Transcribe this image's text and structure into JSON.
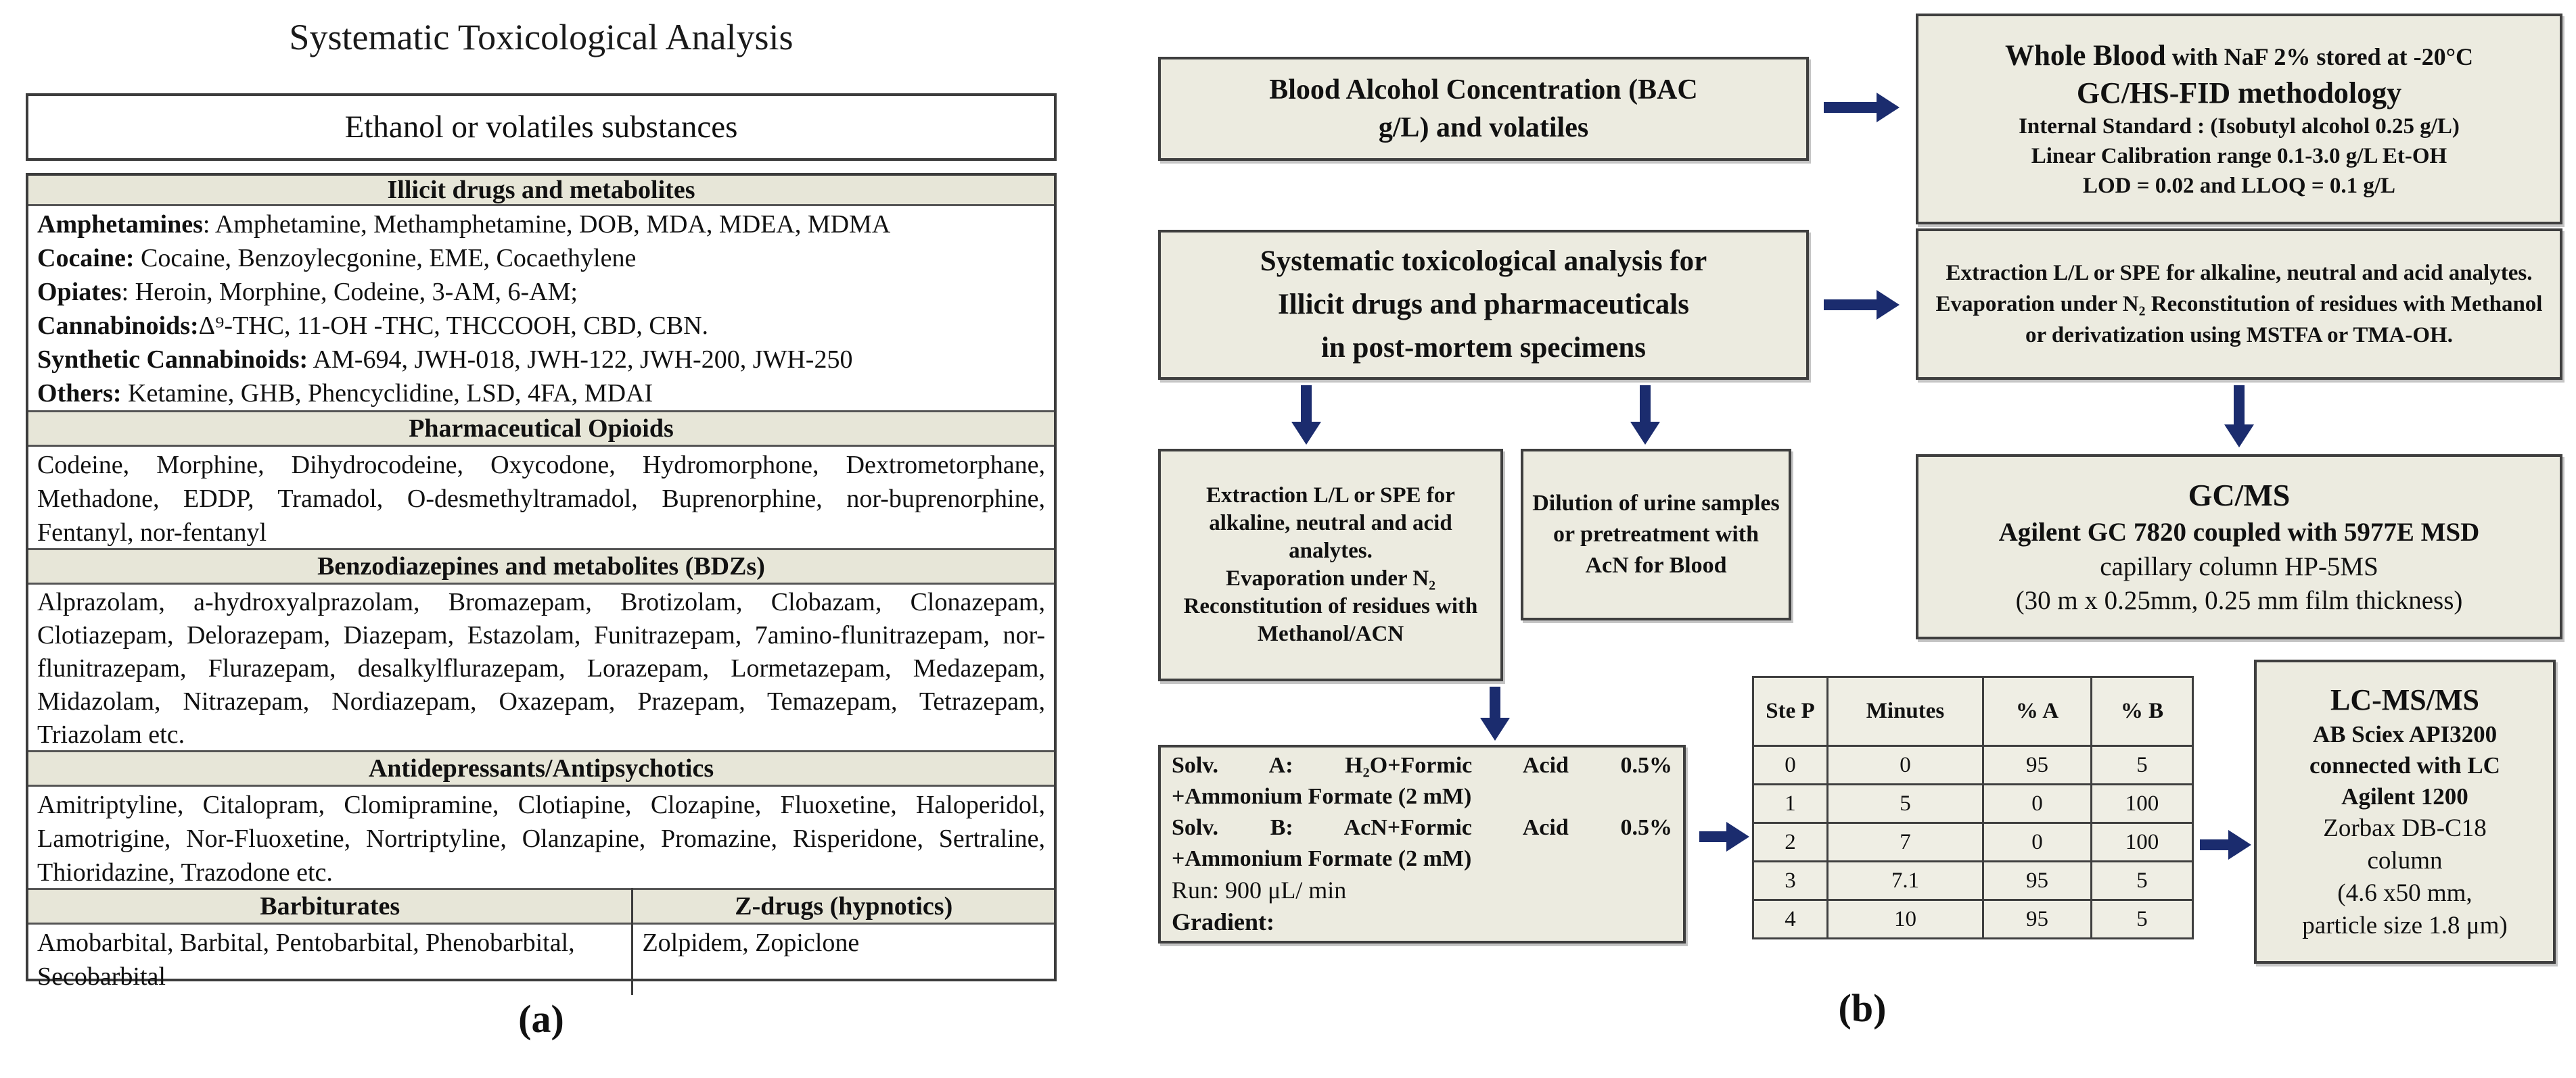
{
  "colors": {
    "box_fill": "#ecebe0",
    "header_fill": "#e7e6d8",
    "arrow": "#1b2c6e",
    "border": "#3f3f3f"
  },
  "panel_a": {
    "title": "Systematic Toxicological Analysis",
    "ethanol_box": "Ethanol or volatiles substances",
    "illicit": {
      "header": "Illicit drugs and metabolites",
      "lines": [
        {
          "b": "Amphetamines",
          "t": ": Amphetamine, Methamphetamine, DOB, MDA, MDEA, MDMA"
        },
        {
          "b": "Cocaine:",
          "t": " Cocaine, Benzoylecgonine, EME, Cocaethylene"
        },
        {
          "b": "Opiates",
          "t": ": Heroin, Morphine, Codeine, 3-AM, 6-AM;"
        },
        {
          "b": "Cannabinoids:",
          "t": "Δ⁹-THC, 11-OH -THC, THCCOOH, CBD, CBN."
        },
        {
          "b": "Synthetic Cannabinoids:",
          "t": " AM-694, JWH-018, JWH-122, JWH-200, JWH-250"
        },
        {
          "b": "Others:",
          "t": " Ketamine, GHB, Phencyclidine, LSD, 4FA, MDAI"
        }
      ]
    },
    "opioids": {
      "header": "Pharmaceutical Opioids",
      "text": "Codeine, Morphine, Dihydrocodeine, Oxycodone, Hydromorphone, Dextrometorphane, Methadone, EDDP, Tramadol, O-desmethyltramadol, Buprenorphine, nor-buprenorphine, Fentanyl, nor-fentanyl"
    },
    "bdz": {
      "header": "Benzodiazepines and metabolites (BDZs)",
      "text": "Alprazolam, a-hydroxyalprazolam, Bromazepam, Brotizolam, Clobazam, Clonazepam, Clotiazepam, Delorazepam, Diazepam, Estazolam, Funitrazepam, 7amino-flunitrazepam, nor-flunitrazepam, Flurazepam, desalkylflurazepam, Lorazepam, Lormetazepam, Medazepam, Midazolam, Nitrazepam, Nordiazepam, Oxazepam, Prazepam, Temazepam, Tetrazepam, Triazolam etc."
    },
    "antidep": {
      "header": "Antidepressants/Antipsychotics",
      "text": "Amitriptyline, Citalopram, Clomipramine, Clotiapine, Clozapine, Fluoxetine, Haloperidol, Lamotrigine, Nor-Fluoxetine, Nortriptyline, Olanzapine, Promazine, Risperidone, Sertraline, Thioridazine, Trazodone etc."
    },
    "barbiturates": {
      "header": "Barbiturates",
      "text": "Amobarbital, Barbital, Pentobarbital, Phenobarbital, Secobarbital"
    },
    "zdrugs": {
      "header": "Z-drugs (hypnotics)",
      "text": "Zolpidem, Zopiclone"
    },
    "caption": "(a)"
  },
  "panel_b": {
    "bac_box": {
      "line1": "Blood Alcohol Concentration (BAC",
      "line2": "g/L) and volatiles"
    },
    "whole_blood_box": {
      "line1_strong": "Whole Blood",
      "line1_rest": " with NaF 2% stored at -20°C",
      "line2": "GC/HS-FID methodology",
      "line3": "Internal Standard : (Isobutyl alcohol 0.25 g/L)",
      "line4": "Linear Calibration range 0.1-3.0 g/L Et-OH",
      "line5": "LOD = 0.02 and LLOQ = 0.1 g/L"
    },
    "systematic_box": {
      "line1": "Systematic toxicological analysis for",
      "line2": "Illicit drugs and pharmaceuticals",
      "line3": "in post-mortem specimens"
    },
    "extraction_right_box": "Extraction L/L or SPE for alkaline, neutral and acid analytes. Evaporation under N₂ Reconstitution of residues with Methanol or derivatization using MSTFA or TMA-OH.",
    "extraction_left_box": {
      "p1": "Extraction L/L or SPE for alkaline, neutral and acid analytes.",
      "p2": "Evaporation under N₂ Reconstitution of residues with Methanol/ACN"
    },
    "dilution_box": "Dilution of urine samples or pretreatment with AcN for Blood",
    "gcms_box": {
      "title": "GC/MS",
      "line2": "Agilent GC 7820 coupled with 5977E MSD",
      "line3": "capillary column HP-5MS",
      "line4": "(30 m x 0.25mm, 0.25 mm film thickness)"
    },
    "solvents_box": {
      "a1": "Solv. A: H₂O+Formic Acid 0.5%",
      "a2": "+Ammonium Formate (2 mM)",
      "b1": "Solv. B: AcN+Formic Acid 0.5%",
      "b2": "+Ammonium Formate (2 mM)",
      "run": "Run: 900 μL/ min",
      "gradient": "Gradient:"
    },
    "gradient_table": {
      "headers": [
        "Ste P",
        "Minutes",
        "% A",
        "% B"
      ],
      "rows": [
        [
          "0",
          "0",
          "95",
          "5"
        ],
        [
          "1",
          "5",
          "0",
          "100"
        ],
        [
          "2",
          "7",
          "0",
          "100"
        ],
        [
          "3",
          "7.1",
          "95",
          "5"
        ],
        [
          "4",
          "10",
          "95",
          "5"
        ]
      ]
    },
    "lcms_box": {
      "title": "LC-MS/MS",
      "line2": "AB Sciex API3200",
      "line3": "connected with LC",
      "line4": "Agilent 1200",
      "line5": "Zorbax DB-C18",
      "line6": "column",
      "line7": "(4.6 x50 mm,",
      "line8": "particle size 1.8 μm)"
    },
    "caption": "(b)"
  }
}
